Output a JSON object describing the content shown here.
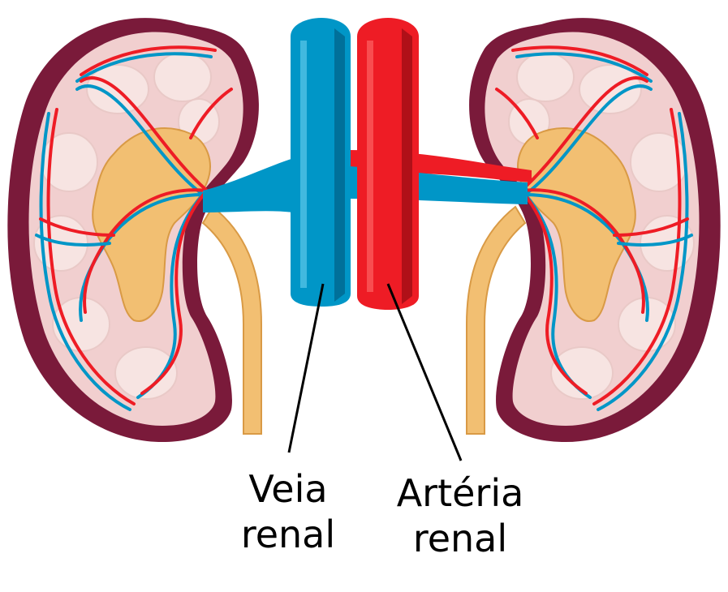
{
  "labels": {
    "vein": {
      "line1": "Veia",
      "line2": "renal"
    },
    "artery": {
      "line1": "Artéria",
      "line2": "renal"
    }
  },
  "colors": {
    "vein_blue": "#0096c7",
    "artery_red": "#ee1c25",
    "capsule": "#7a1a3a",
    "cortex": "#f1cfcf",
    "pelvis": "#f2bf72",
    "pyramid": "#f7e4e2"
  }
}
